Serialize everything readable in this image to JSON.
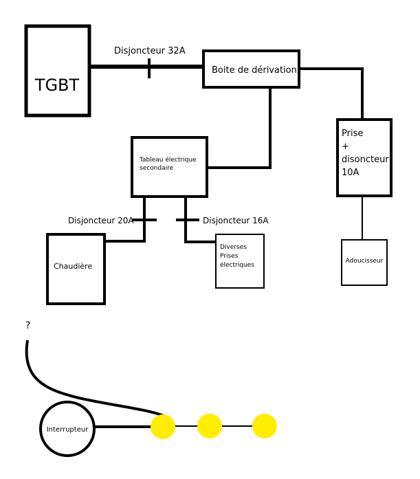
{
  "diagram": {
    "tgbt": "TGBT",
    "breaker_32a": "Disjoncteur 32A",
    "junction_box": "Boite de dérivation",
    "outlet_line1": "Prise",
    "outlet_line2": "+",
    "outlet_line3": "disoncteur",
    "outlet_line4": "10A",
    "secondary_panel_line1": "Tableau électrique",
    "secondary_panel_line2": "secondaire",
    "breaker_20a": "Disjoncteur 20A",
    "breaker_16a": "Disjoncteur 16A",
    "boiler": "Chaudière",
    "misc_outlets_line1": "Diverses",
    "misc_outlets_line2": "Prises",
    "misc_outlets_line3": "électriques",
    "softener": "Adoucisseur",
    "unknown_mark": "?",
    "switch": "Interrupteur",
    "lamp_color": "#ffee00",
    "line_color": "#000000"
  }
}
